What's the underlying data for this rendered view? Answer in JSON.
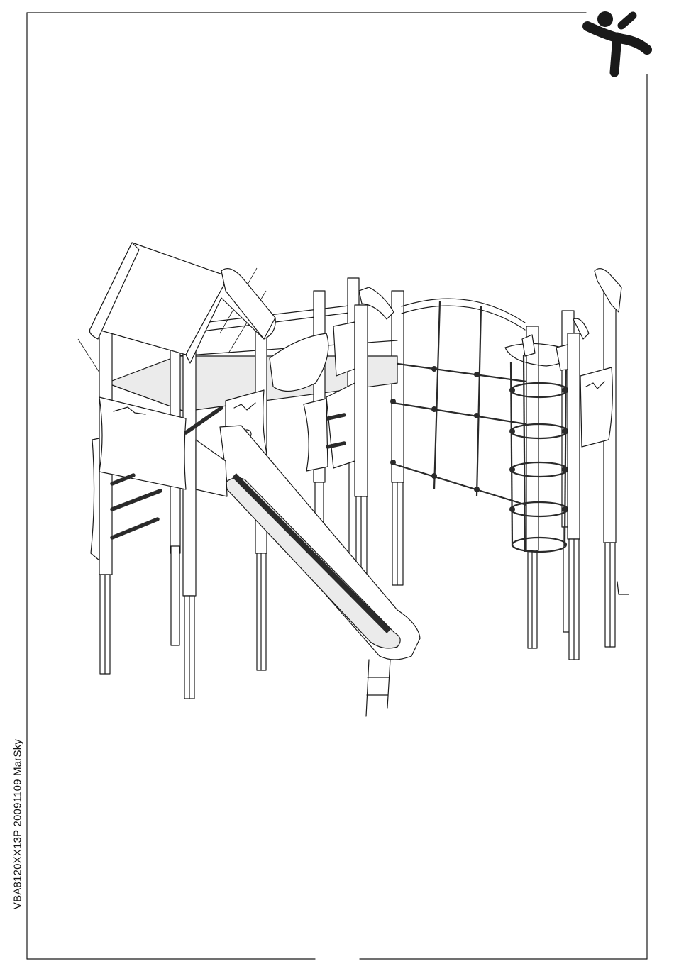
{
  "document": {
    "side_code": "VBA8120XX13P 20091109 MarSky",
    "brand_logo_icon": "jumping-figure-logo",
    "illustration": "playground-structure-drawing",
    "colors": {
      "ink": "#1a1a1a",
      "paper": "#ffffff",
      "panel_fill": "#ebebeb"
    }
  }
}
